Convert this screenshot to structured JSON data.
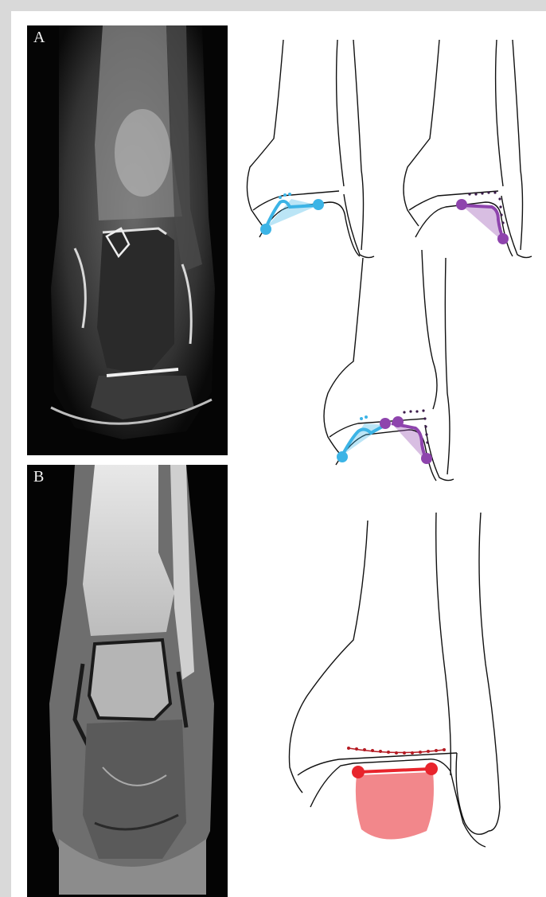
{
  "figure": {
    "panels": [
      {
        "label": "A",
        "imaging": "coronal-mri-fat-suppressed-ankle"
      },
      {
        "label": "B",
        "imaging": "coronal-mri-t1-ankle"
      }
    ],
    "diagrams": [
      {
        "icon": "ankle-medial-lesion-diagram",
        "highlight_color": "#3cb4e6"
      },
      {
        "icon": "ankle-lateral-lesion-diagram",
        "highlight_color": "#8e44ad"
      },
      {
        "icon": "ankle-combined-lesion-diagram",
        "highlight_colors": [
          "#3cb4e6",
          "#8e44ad"
        ]
      },
      {
        "icon": "ankle-central-lesion-diagram",
        "highlight_color": "#e8242c"
      }
    ]
  }
}
